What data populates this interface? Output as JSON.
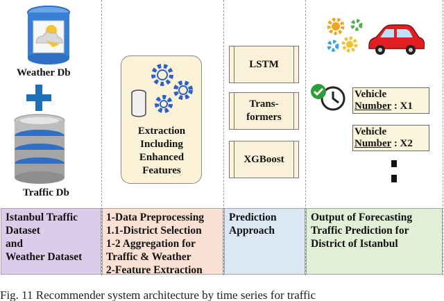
{
  "sources": {
    "weather_label": "Weather Db",
    "traffic_label": "Traffic Db"
  },
  "extraction": {
    "label": "Extraction Including Enhanced Features"
  },
  "models": [
    "LSTM",
    "Trans-\nformers",
    "XGBoost"
  ],
  "outputs": [
    {
      "line1": "Vehicle",
      "line2a": "Number",
      "line2b": ": X1"
    },
    {
      "line1": "Vehicle",
      "line2a": "Number",
      "line2b": ":  X2"
    }
  ],
  "panels": {
    "dataset": "Istanbul Traffic\nDataset\nand\nWeather Dataset",
    "preprocessing": "1-Data Preprocessing\n1.1-District Selection\n1-2 Aggregation for\nTraffic & Weather\n2-Feature Extraction",
    "prediction": "Prediction\nApproach",
    "output": "Output of Forecasting\nTraffic Prediction for\nDistrict of Istanbul"
  },
  "caption": "Fig. 11  Recommender system architecture by time series for traffic",
  "colors": {
    "panel_dataset": "#dccbe9",
    "panel_preprocessing": "#fbe1d4",
    "panel_prediction": "#dbe8f4",
    "panel_output": "#e1efd6",
    "plus": "#1f6fb6",
    "database_blue": "#2f6fc4",
    "gear_blue": "#2a62c9",
    "car_red": "#e02020",
    "check_green": "#2e9e3a",
    "extraction_box": "#fbf2d8"
  }
}
